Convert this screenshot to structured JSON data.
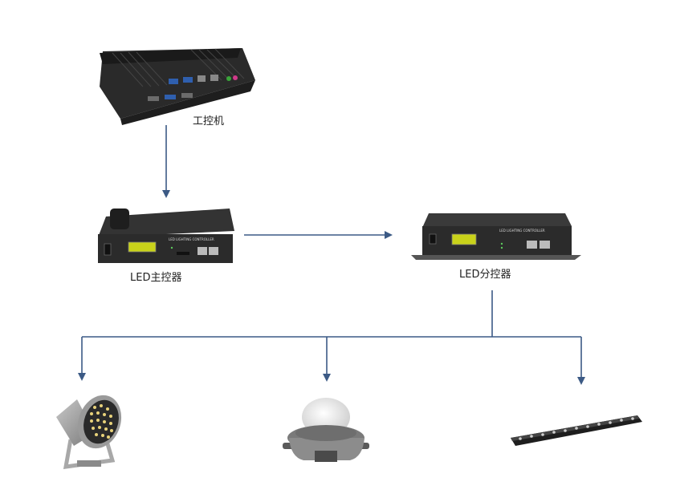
{
  "diagram": {
    "nodes": {
      "ipc": {
        "label": "工控机",
        "icon": "industrial-pc-icon"
      },
      "main_controller": {
        "label": "LED主控器",
        "icon": "led-main-controller-icon",
        "panel_text": "LED LIGHTING CONTROLLER"
      },
      "sub_controller": {
        "label": "LED分控器",
        "icon": "led-sub-controller-icon",
        "panel_text": "LED LIGHTING CONTROLLER"
      },
      "floodlight": {
        "icon": "led-floodlight-icon"
      },
      "point_light": {
        "icon": "led-point-light-icon"
      },
      "wall_washer": {
        "icon": "led-wall-washer-bar-icon"
      }
    },
    "edges": [
      {
        "from": "ipc",
        "to": "main_controller"
      },
      {
        "from": "main_controller",
        "to": "sub_controller"
      },
      {
        "from": "sub_controller",
        "to": "floodlight"
      },
      {
        "from": "sub_controller",
        "to": "point_light"
      },
      {
        "from": "sub_controller",
        "to": "wall_washer"
      }
    ],
    "colors": {
      "arrow": "#3c5a85",
      "device_body": "#2b2b2b",
      "lcd": "#c9d21a"
    }
  }
}
